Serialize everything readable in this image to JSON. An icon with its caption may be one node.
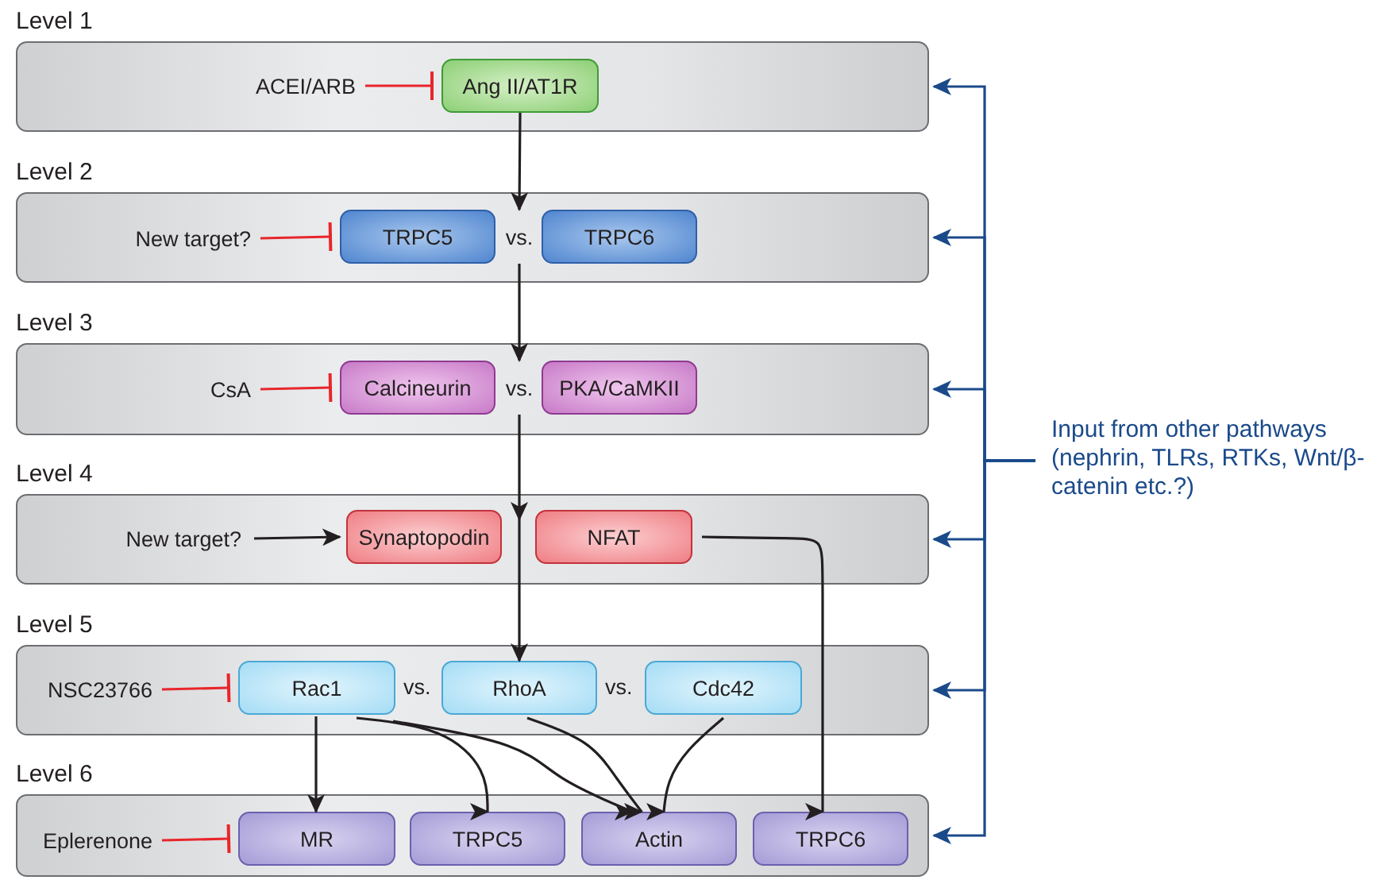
{
  "diagram": {
    "nodes": [
      {
        "text": [
          "Level 1"
        ]
      },
      {
        "text": [
          "ACEI/ARB"
        ],
        "in": 0
      },
      {
        "text": [
          "Ang II/AT1R"
        ],
        "in": 0
      },
      {
        "text": [
          "Level 2"
        ]
      },
      {
        "text": [
          "New target?"
        ],
        "in": 3
      },
      {
        "text": [
          "TRPC5"
        ],
        "in": 3
      },
      {
        "text": [
          "vs."
        ],
        "in": 3
      },
      {
        "text": [
          "TRPC6"
        ],
        "in": 3
      },
      {
        "text": [
          "Level 3"
        ]
      },
      {
        "text": [
          "CsA"
        ],
        "in": 8
      },
      {
        "text": [
          "Calcineurin"
        ],
        "in": 8
      },
      {
        "text": [
          "vs."
        ],
        "in": 8
      },
      {
        "text": [
          "PKA/CaMKII"
        ],
        "in": 8
      },
      {
        "text": [
          "Level 4"
        ]
      },
      {
        "text": [
          "New target?"
        ],
        "in": 13
      },
      {
        "text": [
          "Synaptopodin"
        ],
        "in": 13
      },
      {
        "text": [
          "NFAT"
        ],
        "in": 13
      },
      {
        "text": [
          "Level 5"
        ]
      },
      {
        "text": [
          "NSC23766"
        ],
        "in": 17
      },
      {
        "text": [
          "Rac1"
        ],
        "in": 17
      },
      {
        "text": [
          "RhoA"
        ],
        "in": 17
      },
      {
        "text": [
          "Cdc42"
        ],
        "in": 17
      },
      {
        "text": [
          "Level 6"
        ]
      },
      {
        "text": [
          "Eplerenone"
        ],
        "in": 22
      },
      {
        "text": [
          "MR"
        ],
        "in": 22
      },
      {
        "text": [
          "TRPC5"
        ],
        "in": 22
      },
      {
        "text": [
          "Actin"
        ],
        "in": 22
      },
      {
        "text": [
          "TRPC6"
        ],
        "in": 22
      },
      {
        "text": [
          "Input from other pathways (nephrin, TLRs, RTKs, Wnt/β-catenin etc.?)"
        ]
      }
    ],
    "edges": [
      {
        "from": 1,
        "to": 2,
        "arrow": "other",
        "color": "#e8262b"
      },
      {
        "from": 2,
        "to": 6,
        "arrow": "to"
      },
      {
        "from": 4,
        "to": 5,
        "arrow": "other",
        "color": "#e8262b"
      },
      {
        "from": 6,
        "to": 11,
        "arrow": "to"
      },
      {
        "from": 9,
        "to": 10,
        "arrow": "other",
        "color": "#e8262b"
      },
      {
        "from": 11,
        "to": 20,
        "arrow": "to"
      },
      {
        "from": 14,
        "to": 15,
        "arrow": "to"
      },
      {
        "from": 16,
        "to": 27,
        "arrow": "to"
      },
      {
        "from": 18,
        "to": 19,
        "arrow": "other",
        "color": "#e8262b"
      },
      {
        "from": 19,
        "to": 24,
        "arrow": "to"
      },
      {
        "from": 19,
        "to": 25,
        "arrow": "to"
      },
      {
        "from": 19,
        "to": 26,
        "arrow": "to"
      },
      {
        "from": 20,
        "to": 26,
        "arrow": "to"
      },
      {
        "from": 21,
        "to": 26,
        "arrow": "to"
      },
      {
        "from": 23,
        "to": 24,
        "arrow": "other",
        "color": "#e8262b"
      },
      {
        "from": 28,
        "to": 0,
        "arrow": "to",
        "color": "#1a4a8a"
      },
      {
        "from": 28,
        "to": 3,
        "arrow": "to",
        "color": "#1a4a8a"
      },
      {
        "from": 28,
        "to": 8,
        "arrow": "to",
        "color": "#1a4a8a"
      },
      {
        "from": 28,
        "to": 13,
        "arrow": "to",
        "color": "#1a4a8a"
      },
      {
        "from": 28,
        "to": 17,
        "arrow": "to",
        "color": "#1a4a8a"
      },
      {
        "from": 28,
        "to": 22,
        "arrow": "to",
        "color": "#1a4a8a"
      }
    ],
    "labels": [
      "vs.",
      "vs."
    ]
  }
}
